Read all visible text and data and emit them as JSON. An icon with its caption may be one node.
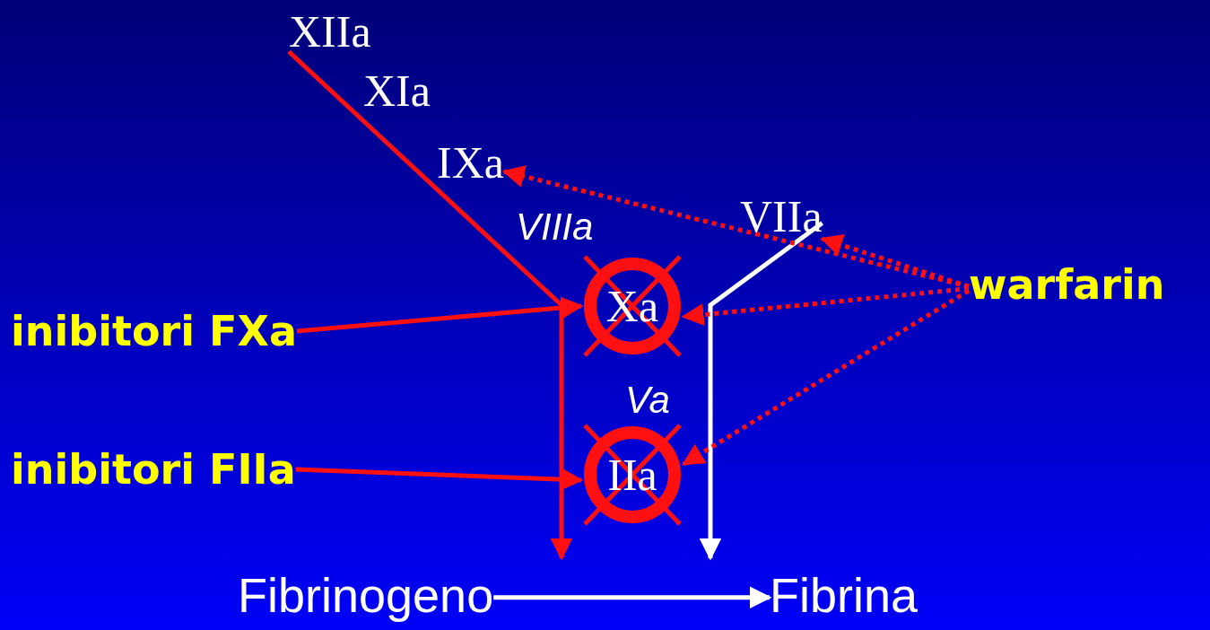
{
  "diagram": {
    "nodes": [
      {
        "text": [
          "XIIa"
        ]
      },
      {
        "text": [
          "XIa"
        ]
      },
      {
        "text": [
          "IXa"
        ]
      },
      {
        "text": [
          "VIIIa"
        ]
      },
      {
        "text": [
          "VIIa"
        ]
      },
      {
        "text": [
          "Xa"
        ]
      },
      {
        "text": [
          "Va"
        ]
      },
      {
        "text": [
          "IIa"
        ]
      },
      {
        "text": [
          "Fibrinogeno"
        ]
      },
      {
        "text": [
          "Fibrina"
        ]
      },
      {
        "text": [
          "inibitori FXa"
        ]
      },
      {
        "text": [
          "inibitori FIIa"
        ]
      },
      {
        "text": [
          "warfarin"
        ]
      }
    ],
    "edges": [
      {
        "from": 0,
        "to": null,
        "arrow": "to"
      },
      {
        "from": 4,
        "to": null,
        "arrow": "to",
        "color": "#ffffff"
      },
      {
        "from": 10,
        "to": 5,
        "arrow": "to"
      },
      {
        "from": 11,
        "to": 7,
        "arrow": "to"
      },
      {
        "from": 12,
        "to": 2,
        "arrow": "to",
        "style": "dashed"
      },
      {
        "from": 12,
        "to": 4,
        "arrow": "to",
        "style": "dashed"
      },
      {
        "from": 12,
        "to": 5,
        "arrow": "to",
        "style": "dashed"
      },
      {
        "from": 12,
        "to": 7,
        "arrow": "to",
        "style": "dashed"
      },
      {
        "from": 8,
        "to": 9,
        "arrow": "to",
        "color": "#ffffff"
      }
    ]
  }
}
